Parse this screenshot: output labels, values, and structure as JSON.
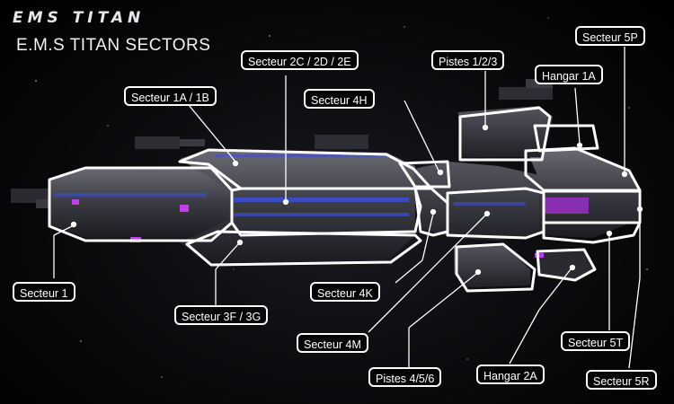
{
  "header": {
    "logo": "EMS TITAN",
    "subtitle": "E.M.S TITAN SECTORS"
  },
  "labels": {
    "s2c": "Secteur 2C / 2D / 2E",
    "pistes123": "Pistes 1/2/3",
    "s5p": "Secteur 5P",
    "hangar1a": "Hangar 1A",
    "s1a": "Secteur 1A / 1B",
    "s4h": "Secteur 4H",
    "s1": "Secteur 1",
    "s3f": "Secteur 3F / 3G",
    "s4k": "Secteur 4K",
    "s4m": "Secteur 4M",
    "pistes456": "Pistes 4/5/6",
    "hangar2a": "Hangar 2A",
    "s5t": "Secteur 5T",
    "s5r": "Secteur 5R"
  },
  "colors": {
    "outline": "#ffffff",
    "hull": "#4a4a52",
    "hull_dark": "#23232a",
    "accent_blue": "#3a4fd8",
    "accent_purple": "#c33cf0"
  }
}
